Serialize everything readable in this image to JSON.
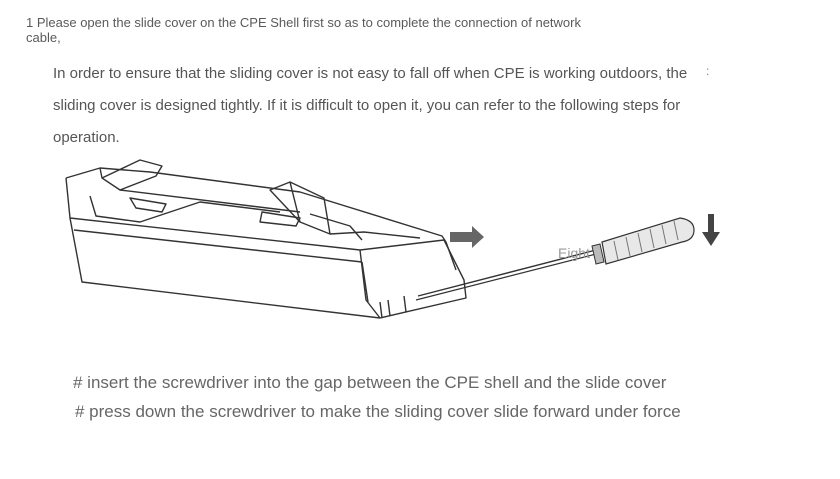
{
  "heading": {
    "line1": "1 Please open the slide cover on the CPE Shell first so as to complete the connection of network",
    "line2": "cable,"
  },
  "intro": {
    "line1": "In order to ensure that the sliding cover is not easy to fall off when CPE is working outdoors, the",
    "line2": "sliding cover is designed tightly. If it is difficult to open it, you can refer to the following steps for",
    "line3": "operation.",
    "stray_mark": ":"
  },
  "illustration": {
    "label": "Eight"
  },
  "instructions": [
    "# insert the screwdriver into the gap between the CPE shell and the slide cover",
    "# press down the screwdriver to make the sliding cover slide forward under force"
  ]
}
